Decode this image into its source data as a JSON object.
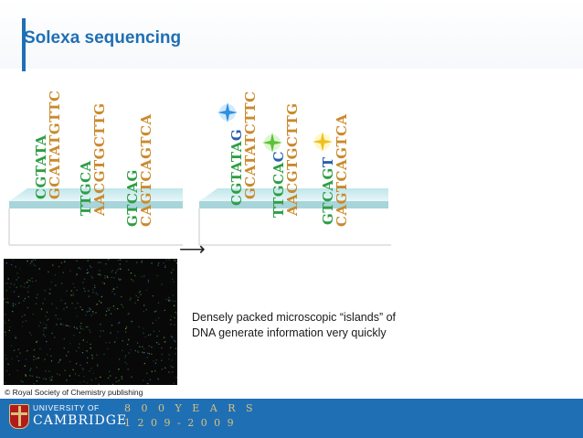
{
  "title": "Solexa sequencing",
  "left_strands": [
    {
      "top": "CGTATA",
      "bottom": "GCATATGTTC"
    },
    {
      "top": "TTGCA",
      "bottom": "AACGTGCTTG"
    },
    {
      "top": "GTCAG",
      "bottom": "CAGTCAGTCA"
    }
  ],
  "right_strands": [
    {
      "top": "CGTATA",
      "added": "G",
      "bottom": "GCATATCTTC"
    },
    {
      "top": "TTGCA",
      "added": "C",
      "bottom": "AACGTGCTTG"
    },
    {
      "top": "GTCAG",
      "added": "T",
      "bottom": "CAGTCAGTCA"
    }
  ],
  "arrow": "⟶",
  "caption_line1": "Densely packed microscopic “islands” of",
  "caption_line2": "DNA generate information very quickly",
  "credit": "© Royal Society of Chemistry publishing",
  "footer": {
    "uni_top": "UNIVERSITY OF",
    "uni_bottom": "CAMBRIDGE",
    "years": "8 0 0  Y E A R S",
    "dates": "1 2 0 9 - 2 0 0 9"
  },
  "colors": {
    "accent": "#1f6fb5",
    "green": "#2e9e45",
    "orange": "#c98a2d",
    "blue": "#2a5fb0"
  }
}
